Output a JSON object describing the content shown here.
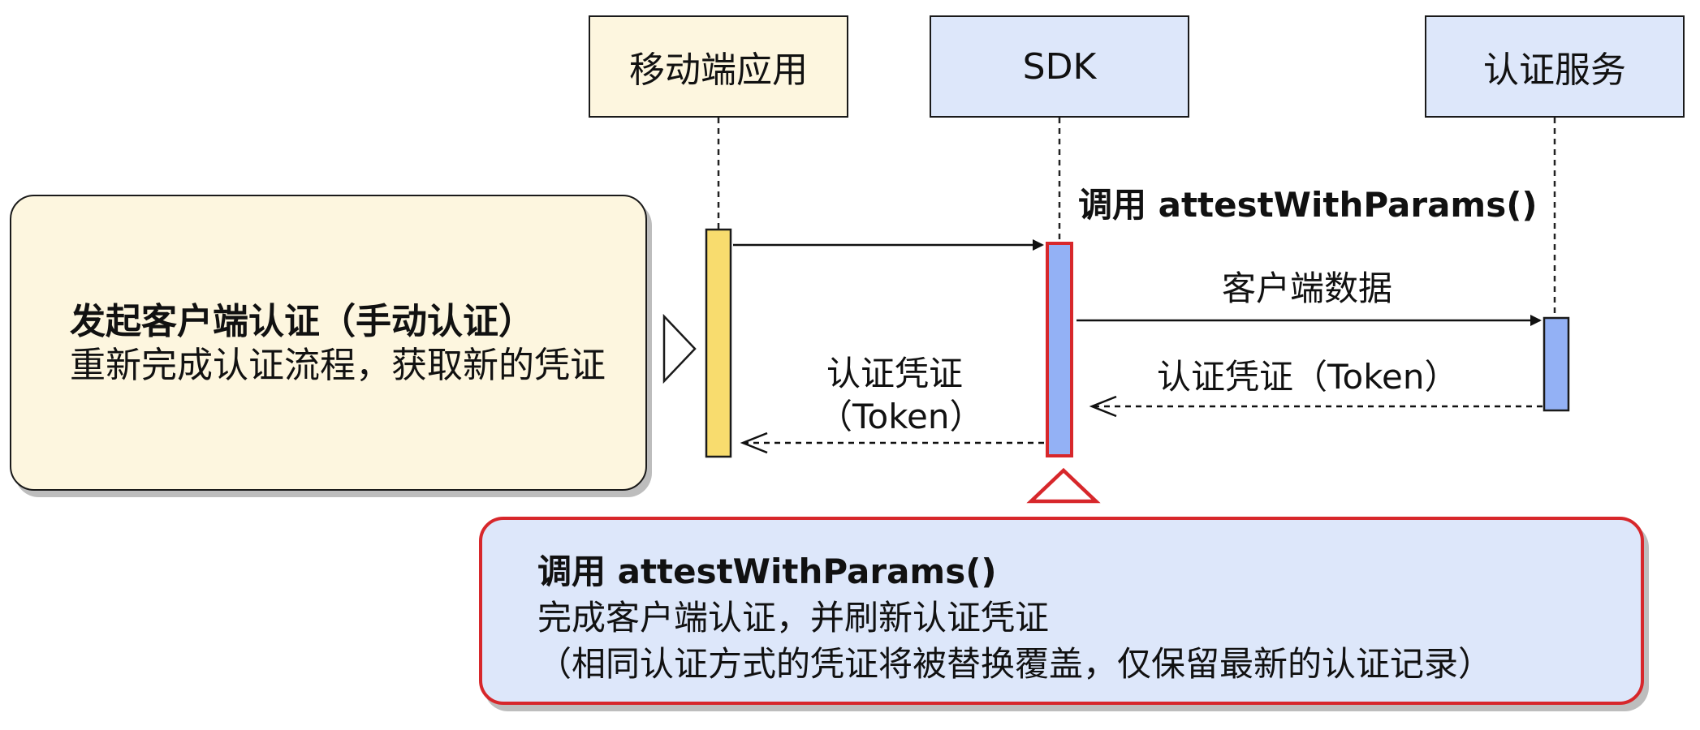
{
  "participants": {
    "mobile_app": "移动端应用",
    "sdk": "SDK",
    "auth_service": "认证服务"
  },
  "messages": {
    "call_label": "调用 attestWithParams()",
    "client_data": "客户端数据",
    "token_return_right": "认证凭证（Token）",
    "token_return_left_line1": "认证凭证",
    "token_return_left_line2": "（Token）"
  },
  "notes": {
    "left": {
      "title": "发起客户端认证（手动认证）",
      "body": "重新完成认证流程，获取新的凭证"
    },
    "bottom": {
      "title": "调用 attestWithParams()",
      "line2": "完成客户端认证，并刷新认证凭证",
      "line3": "（相同认证方式的凭证将被替换覆盖，仅保留最新的认证记录）"
    }
  },
  "colors": {
    "app_fill": "#fdf6df",
    "sdk_fill": "#dde7fa",
    "app_activation": "#f8dc6e",
    "sdk_activation": "#93b1f5",
    "highlight_red": "#d7272b"
  }
}
